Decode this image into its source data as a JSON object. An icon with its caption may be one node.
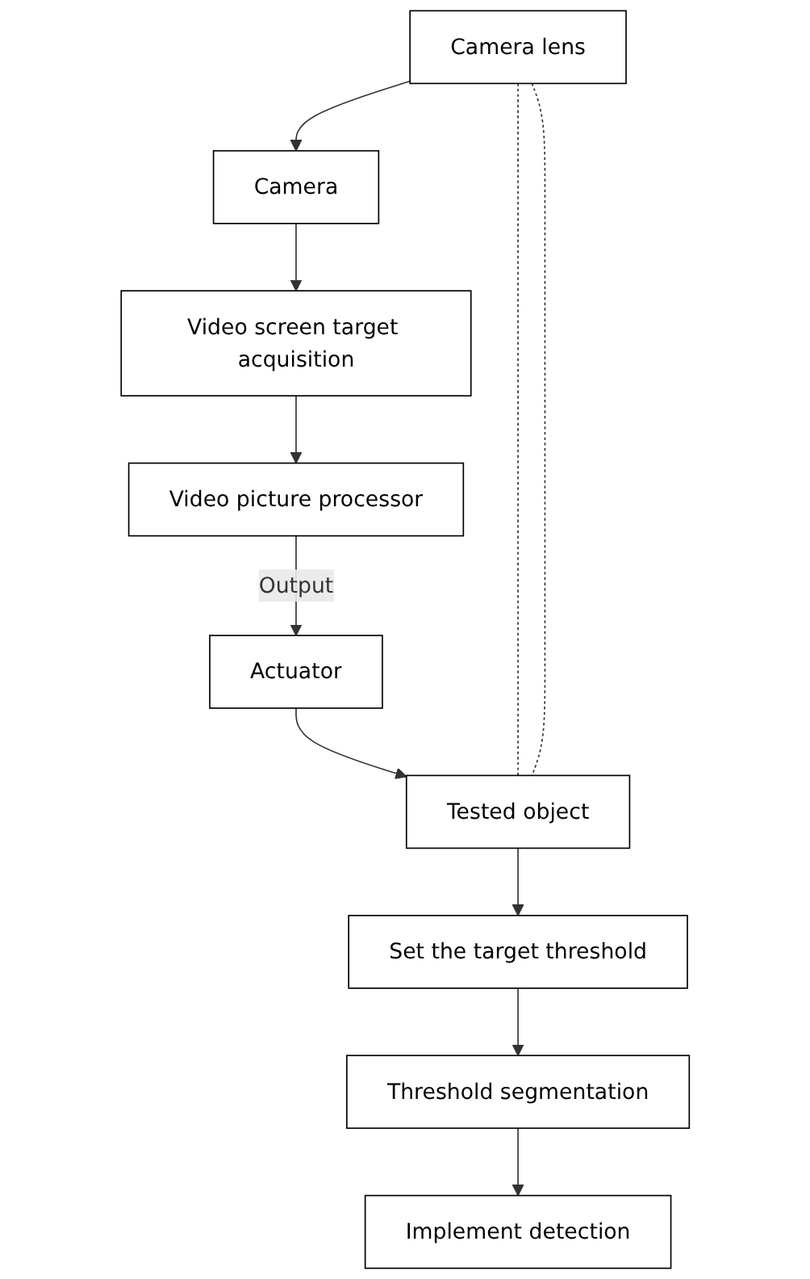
{
  "diagram": {
    "nodes": [
      {
        "text": [
          "Video picture processor"
        ]
      },
      {
        "text": [
          "Video screen target acquisition"
        ]
      },
      {
        "text": [
          "Camera"
        ]
      },
      {
        "text": [
          "Camera lens"
        ]
      },
      {
        "text": [
          "Actuator"
        ]
      },
      {
        "text": [
          "Tested object"
        ]
      },
      {
        "text": [
          "Set the target threshold"
        ]
      },
      {
        "text": [
          "Threshold segmentation"
        ]
      },
      {
        "text": [
          "Implement detection"
        ]
      }
    ],
    "edges": [
      {
        "from": 1,
        "to": 0,
        "arrow": "to"
      },
      {
        "from": 2,
        "to": 1,
        "arrow": "to"
      },
      {
        "from": 3,
        "to": 2,
        "arrow": "to"
      },
      {
        "from": 0,
        "to": 4,
        "arrow": "to",
        "label": "Output"
      },
      {
        "from": 4,
        "to": 5,
        "arrow": "to"
      },
      {
        "from": 3,
        "to": 5,
        "arrow": "none",
        "style": "dashed"
      },
      {
        "from": 3,
        "to": 5,
        "arrow": "none",
        "style": "dashed"
      },
      {
        "from": 5,
        "to": 6,
        "arrow": "to"
      },
      {
        "from": 6,
        "to": 7,
        "arrow": "to"
      },
      {
        "from": 7,
        "to": 8,
        "arrow": "to"
      }
    ]
  }
}
